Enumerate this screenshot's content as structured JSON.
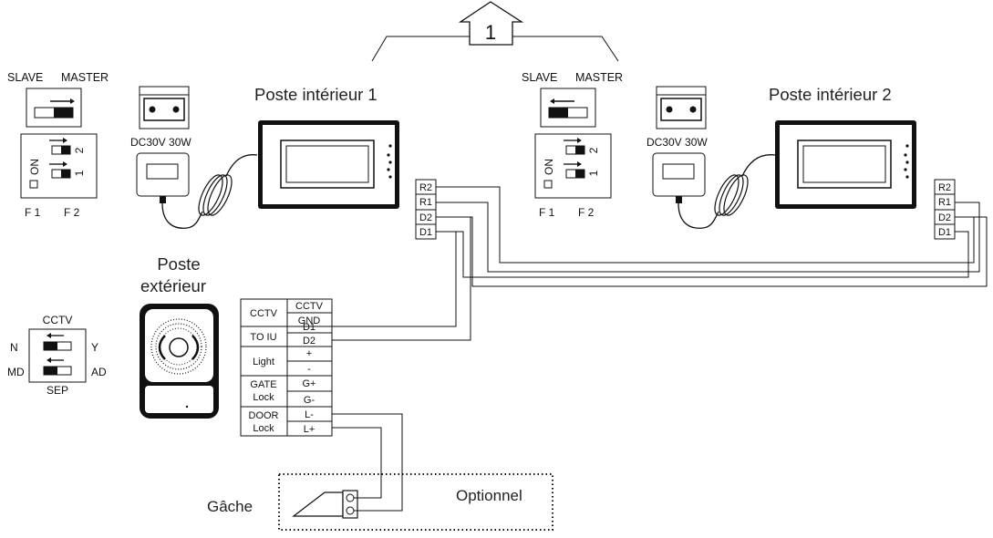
{
  "marker_number": "1",
  "indoor1": {
    "title": "Poste intérieur 1",
    "switch_labels": {
      "slave": "SLAVE",
      "master": "MASTER"
    },
    "power_label": "DC30V 30W",
    "dip": {
      "on": "ON",
      "num1": "1",
      "num2": "2",
      "f1": "F 1",
      "f2": "F 2"
    },
    "terminals": [
      "R2",
      "R1",
      "D2",
      "D1"
    ]
  },
  "indoor2": {
    "title": "Poste intérieur 2",
    "switch_labels": {
      "slave": "SLAVE",
      "master": "MASTER"
    },
    "power_label": "DC30V 30W",
    "dip": {
      "on": "ON",
      "num1": "1",
      "num2": "2",
      "f1": "F 1",
      "f2": "F 2"
    },
    "terminals": [
      "R2",
      "R1",
      "D2",
      "D1"
    ]
  },
  "outdoor": {
    "title_line1": "Poste",
    "title_line2": "extérieur",
    "cctv_switch": {
      "title": "CCTV",
      "n": "N",
      "y": "Y",
      "md": "MD",
      "ad": "AD",
      "sep": "SEP"
    },
    "terminal_table": [
      {
        "group": [
          "CCTV"
        ],
        "pins": [
          "CCTV",
          "GND"
        ]
      },
      {
        "group": [
          "TO IU"
        ],
        "pins": [
          "D1",
          "D2"
        ]
      },
      {
        "group": [
          "Light"
        ],
        "pins": [
          "+",
          "-"
        ]
      },
      {
        "group": [
          "GATE",
          "Lock"
        ],
        "pins": [
          "G+",
          "G-"
        ]
      },
      {
        "group": [
          "DOOR",
          "Lock"
        ],
        "pins": [
          "L-",
          "L+"
        ]
      }
    ]
  },
  "lock": {
    "label": "Gâche",
    "optional_label": "Optionnel"
  },
  "colors": {
    "line": "#1a1a1a",
    "screen_fill": "#111111",
    "background": "#ffffff"
  }
}
